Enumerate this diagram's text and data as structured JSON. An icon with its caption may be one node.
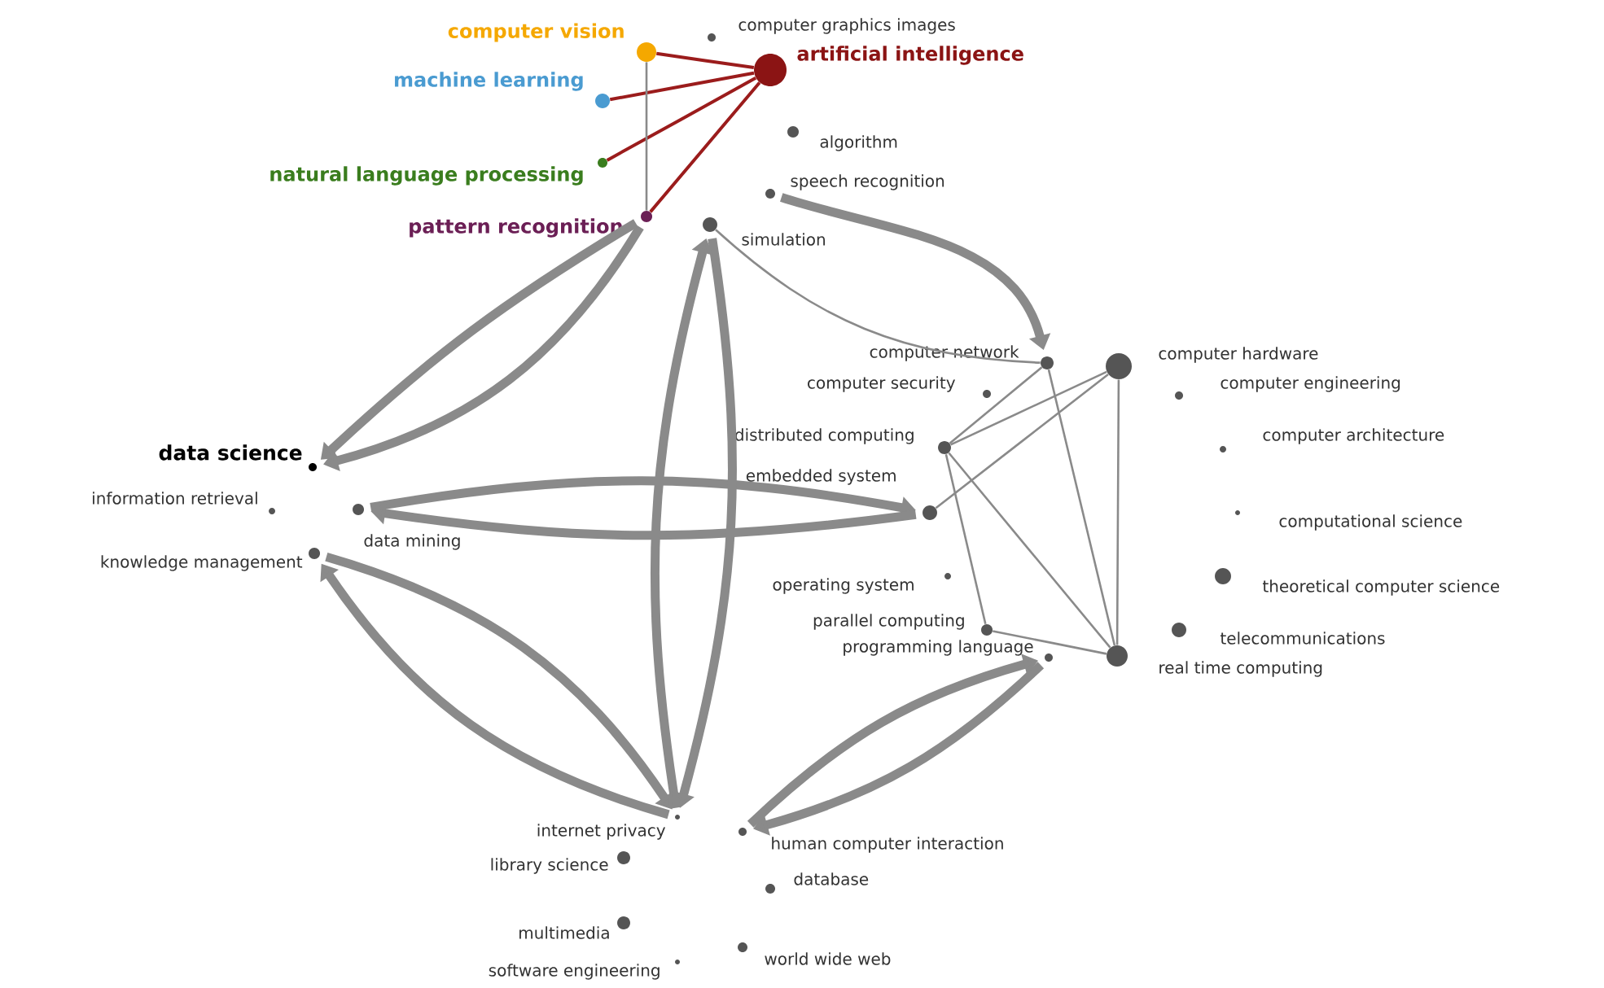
{
  "diagram": {
    "nodes": [
      {
        "text": [
          "computer vision"
        ]
      },
      {
        "text": [
          "computer graphics images"
        ]
      },
      {
        "text": [
          "artificial intelligence"
        ]
      },
      {
        "text": [
          "machine learning"
        ]
      },
      {
        "text": [
          "algorithm"
        ]
      },
      {
        "text": [
          "natural language processing"
        ]
      },
      {
        "text": [
          "speech recognition"
        ]
      },
      {
        "text": [
          "pattern recognition"
        ]
      },
      {
        "text": [
          "simulation"
        ]
      },
      {
        "text": [
          "computer network"
        ]
      },
      {
        "text": [
          "computer hardware"
        ]
      },
      {
        "text": [
          "computer security"
        ]
      },
      {
        "text": [
          "computer engineering"
        ]
      },
      {
        "text": [
          "data science"
        ]
      },
      {
        "text": [
          "distributed computing"
        ]
      },
      {
        "text": [
          "computer architecture"
        ]
      },
      {
        "text": [
          "information retrieval"
        ]
      },
      {
        "text": [
          "data mining"
        ]
      },
      {
        "text": [
          "embedded system"
        ]
      },
      {
        "text": [
          "computational science"
        ]
      },
      {
        "text": [
          "knowledge management"
        ]
      },
      {
        "text": [
          "operating system"
        ]
      },
      {
        "text": [
          "theoretical computer science"
        ]
      },
      {
        "text": [
          "parallel computing"
        ]
      },
      {
        "text": [
          "telecommunications"
        ]
      },
      {
        "text": [
          "programming language"
        ]
      },
      {
        "text": [
          "real time computing"
        ]
      },
      {
        "text": [
          "internet privacy"
        ]
      },
      {
        "text": [
          "human computer interaction"
        ]
      },
      {
        "text": [
          "library science"
        ]
      },
      {
        "text": [
          "database"
        ]
      },
      {
        "text": [
          "multimedia"
        ]
      },
      {
        "text": [
          "world wide web"
        ]
      },
      {
        "text": [
          "software engineering"
        ]
      }
    ],
    "edges": [
      {
        "from": 2,
        "to": 0,
        "arrow": "none",
        "color": "#9b1c1c"
      },
      {
        "from": 2,
        "to": 3,
        "arrow": "none",
        "color": "#9b1c1c"
      },
      {
        "from": 2,
        "to": 5,
        "arrow": "none",
        "color": "#9b1c1c"
      },
      {
        "from": 2,
        "to": 7,
        "arrow": "none",
        "color": "#9b1c1c"
      },
      {
        "from": 0,
        "to": 7,
        "arrow": "none"
      },
      {
        "from": 7,
        "to": 13,
        "arrow": "to",
        "style": "thick"
      },
      {
        "from": 7,
        "to": 13,
        "arrow": "to",
        "style": "thick"
      },
      {
        "from": 17,
        "to": 18,
        "arrow": "to",
        "style": "thick"
      },
      {
        "from": 18,
        "to": 17,
        "arrow": "to",
        "style": "thick"
      },
      {
        "from": 8,
        "to": 27,
        "arrow": "to",
        "style": "thick"
      },
      {
        "from": 27,
        "to": 8,
        "arrow": "to",
        "style": "thick"
      },
      {
        "from": 6,
        "to": 9,
        "arrow": "to",
        "style": "thick"
      },
      {
        "from": 8,
        "to": 9,
        "arrow": "none"
      },
      {
        "from": 20,
        "to": 27,
        "arrow": "to",
        "style": "thick"
      },
      {
        "from": 27,
        "to": 20,
        "arrow": "to",
        "style": "thick"
      },
      {
        "from": 25,
        "to": 28,
        "arrow": "to",
        "style": "thick"
      },
      {
        "from": 28,
        "to": 25,
        "arrow": "to",
        "style": "thick"
      },
      {
        "from": 9,
        "to": 26,
        "arrow": "none"
      },
      {
        "from": 10,
        "to": 26,
        "arrow": "none"
      },
      {
        "from": 14,
        "to": 26,
        "arrow": "none"
      },
      {
        "from": 14,
        "to": 10,
        "arrow": "none"
      },
      {
        "from": 18,
        "to": 10,
        "arrow": "none"
      },
      {
        "from": 14,
        "to": 23,
        "arrow": "none"
      },
      {
        "from": 23,
        "to": 26,
        "arrow": "none"
      },
      {
        "from": 9,
        "to": 14,
        "arrow": "none"
      }
    ]
  }
}
